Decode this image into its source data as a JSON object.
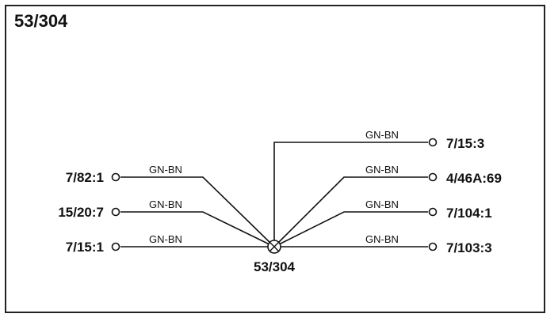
{
  "diagram": {
    "title": "53/304",
    "center_label": "53/304",
    "left_connections": [
      {
        "pin": "7/82:1",
        "wire": "GN-BN"
      },
      {
        "pin": "15/20:7",
        "wire": "GN-BN"
      },
      {
        "pin": "7/15:1",
        "wire": "GN-BN"
      }
    ],
    "right_connections": [
      {
        "pin": "7/15:3",
        "wire": "GN-BN"
      },
      {
        "pin": "4/46A:69",
        "wire": "GN-BN"
      },
      {
        "pin": "7/104:1",
        "wire": "GN-BN"
      },
      {
        "pin": "7/103:3",
        "wire": "GN-BN"
      }
    ]
  }
}
